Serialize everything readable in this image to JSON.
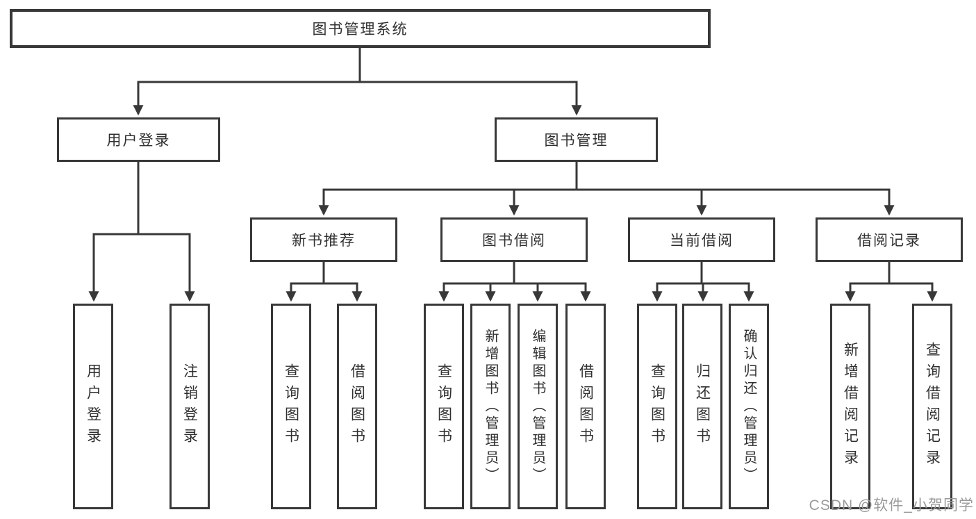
{
  "diagram": {
    "root": {
      "label": "图书管理系统"
    },
    "level2": [
      {
        "label": "用户登录"
      },
      {
        "label": "图书管理"
      }
    ],
    "level3": [
      {
        "label": "新书推荐"
      },
      {
        "label": "图书借阅"
      },
      {
        "label": "当前借阅"
      },
      {
        "label": "借阅记录"
      }
    ],
    "leaves": {
      "user_login": [
        {
          "label": "用户登录"
        },
        {
          "label": "注销登录"
        }
      ],
      "new_book_recommendation": [
        {
          "label": "查询图书"
        },
        {
          "label": "借阅图书"
        }
      ],
      "book_borrowing": [
        {
          "label": "查询图书"
        },
        {
          "label": "新增图书（管理员）"
        },
        {
          "label": "编辑图书（管理员）"
        },
        {
          "label": "借阅图书"
        }
      ],
      "current_borrowing": [
        {
          "label": "查询图书"
        },
        {
          "label": "归还图书"
        },
        {
          "label": "确认归还（管理员）"
        }
      ],
      "borrowing_records": [
        {
          "label": "新增借阅记录"
        },
        {
          "label": "查询借阅记录"
        }
      ]
    }
  },
  "watermark": {
    "text": "CSDN @软件_小贺同学"
  },
  "colors": {
    "line": "#383838",
    "text": "#303030",
    "watermark": "#9a9a9a",
    "background": "#ffffff"
  }
}
